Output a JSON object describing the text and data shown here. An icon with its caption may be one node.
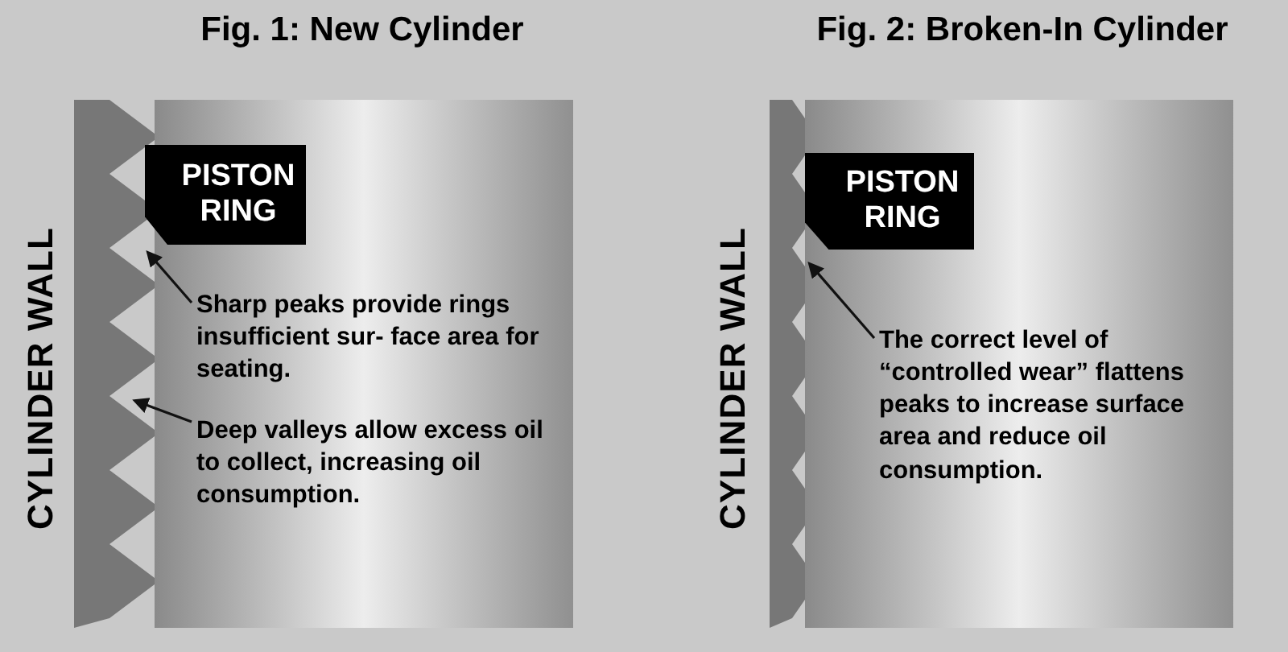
{
  "diagram": {
    "nodes": [
      {
        "text": [],
        "shape": "bar",
        "beside": [
          "CYLINDER WALL"
        ]
      },
      {
        "text": [
          "Fig. 1: New Cylinder"
        ]
      },
      {
        "text": [
          "PISTON RING"
        ],
        "in": 1
      },
      {
        "text": [
          "Sharp peaks provide rings insufficient sur- face area for seating."
        ],
        "in": 1
      },
      {
        "text": [
          "Deep valleys allow excess oil to collect, increasing oil consumption."
        ],
        "in": 1
      },
      {
        "text": [],
        "shape": "bar",
        "beside": [
          "CYLINDER WALL"
        ]
      },
      {
        "text": [
          "Fig. 2: Broken-In Cylinder"
        ]
      },
      {
        "text": [
          "PISTON RING"
        ],
        "in": 6
      },
      {
        "text": [
          "The correct level of “controlled wear” flattens peaks to increase surface area and reduce oil consumption."
        ],
        "in": 6
      }
    ],
    "edges": [
      {
        "from": 3,
        "to": 0,
        "arrow": "to"
      },
      {
        "from": 4,
        "to": 0,
        "arrow": "to"
      },
      {
        "from": 8,
        "to": 5,
        "arrow": "to"
      }
    ]
  }
}
